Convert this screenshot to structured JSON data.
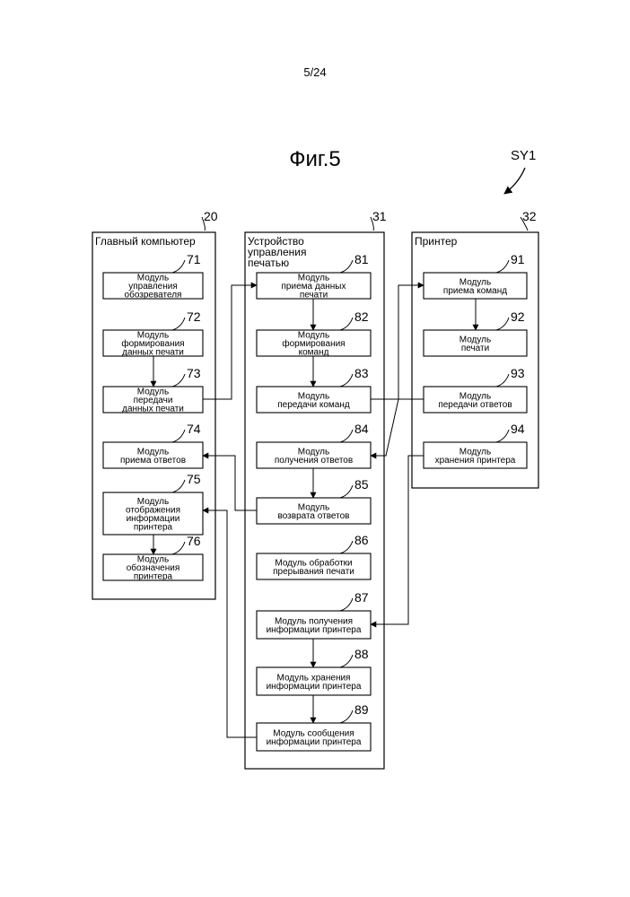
{
  "header": {
    "page_number": "5/24"
  },
  "figure": {
    "title": "Фиг.5",
    "system_label": "SY1"
  },
  "groups": [
    {
      "id": "host",
      "number": "20",
      "title_lines": [
        "Главный компьютер"
      ]
    },
    {
      "id": "ctrl",
      "number": "31",
      "title_lines": [
        "Устройство",
        "управления",
        "печатью"
      ]
    },
    {
      "id": "printer",
      "number": "32",
      "title_lines": [
        "Принтер"
      ]
    }
  ],
  "modules": [
    {
      "id": "m71",
      "number": "71",
      "lines": [
        "Модуль",
        "управления",
        "обозревателя"
      ]
    },
    {
      "id": "m72",
      "number": "72",
      "lines": [
        "Модуль",
        "формирования",
        "данных печати"
      ]
    },
    {
      "id": "m73",
      "number": "73",
      "lines": [
        "Модуль",
        "передачи",
        "данных печати"
      ]
    },
    {
      "id": "m74",
      "number": "74",
      "lines": [
        "Модуль",
        "приема ответов"
      ]
    },
    {
      "id": "m75",
      "number": "75",
      "lines": [
        "Модуль",
        "отображения",
        "информации",
        "принтера"
      ]
    },
    {
      "id": "m76",
      "number": "76",
      "lines": [
        "Модуль",
        "обозначения",
        "принтера"
      ]
    },
    {
      "id": "m81",
      "number": "81",
      "lines": [
        "Модуль",
        "приема данных",
        "печати"
      ]
    },
    {
      "id": "m82",
      "number": "82",
      "lines": [
        "Модуль",
        "формирования",
        "команд"
      ]
    },
    {
      "id": "m83",
      "number": "83",
      "lines": [
        "Модуль",
        "передачи команд"
      ]
    },
    {
      "id": "m84",
      "number": "84",
      "lines": [
        "Модуль",
        "получения ответов"
      ]
    },
    {
      "id": "m85",
      "number": "85",
      "lines": [
        "Модуль",
        "возврата ответов"
      ]
    },
    {
      "id": "m86",
      "number": "86",
      "lines": [
        "Модуль обработки",
        "прерывания печати"
      ]
    },
    {
      "id": "m87",
      "number": "87",
      "lines": [
        "Модуль получения",
        "информации принтера"
      ]
    },
    {
      "id": "m88",
      "number": "88",
      "lines": [
        "Модуль хранения",
        "информации принтера"
      ]
    },
    {
      "id": "m89",
      "number": "89",
      "lines": [
        "Модуль сообщения",
        "информации принтера"
      ]
    },
    {
      "id": "m91",
      "number": "91",
      "lines": [
        "Модуль",
        "приема команд"
      ]
    },
    {
      "id": "m92",
      "number": "92",
      "lines": [
        "Модуль",
        "печати"
      ]
    },
    {
      "id": "m93",
      "number": "93",
      "lines": [
        "Модуль",
        "передачи ответов"
      ]
    },
    {
      "id": "m94",
      "number": "94",
      "lines": [
        "Модуль",
        "хранения принтера"
      ]
    }
  ],
  "connections": [
    {
      "from": "m72",
      "to": "m73"
    },
    {
      "from": "m73",
      "to": "m81"
    },
    {
      "from": "m81",
      "to": "m82"
    },
    {
      "from": "m82",
      "to": "m83"
    },
    {
      "from": "m83",
      "to": "m91"
    },
    {
      "from": "m91",
      "to": "m92"
    },
    {
      "from": "m93",
      "to": "m84"
    },
    {
      "from": "m84",
      "to": "m85"
    },
    {
      "from": "m85",
      "to": "m74"
    },
    {
      "from": "m75",
      "to": "m76"
    },
    {
      "from": "m94",
      "to": "m87"
    },
    {
      "from": "m87",
      "to": "m88"
    },
    {
      "from": "m88",
      "to": "m89"
    },
    {
      "from": "m89",
      "to": "m75"
    }
  ]
}
